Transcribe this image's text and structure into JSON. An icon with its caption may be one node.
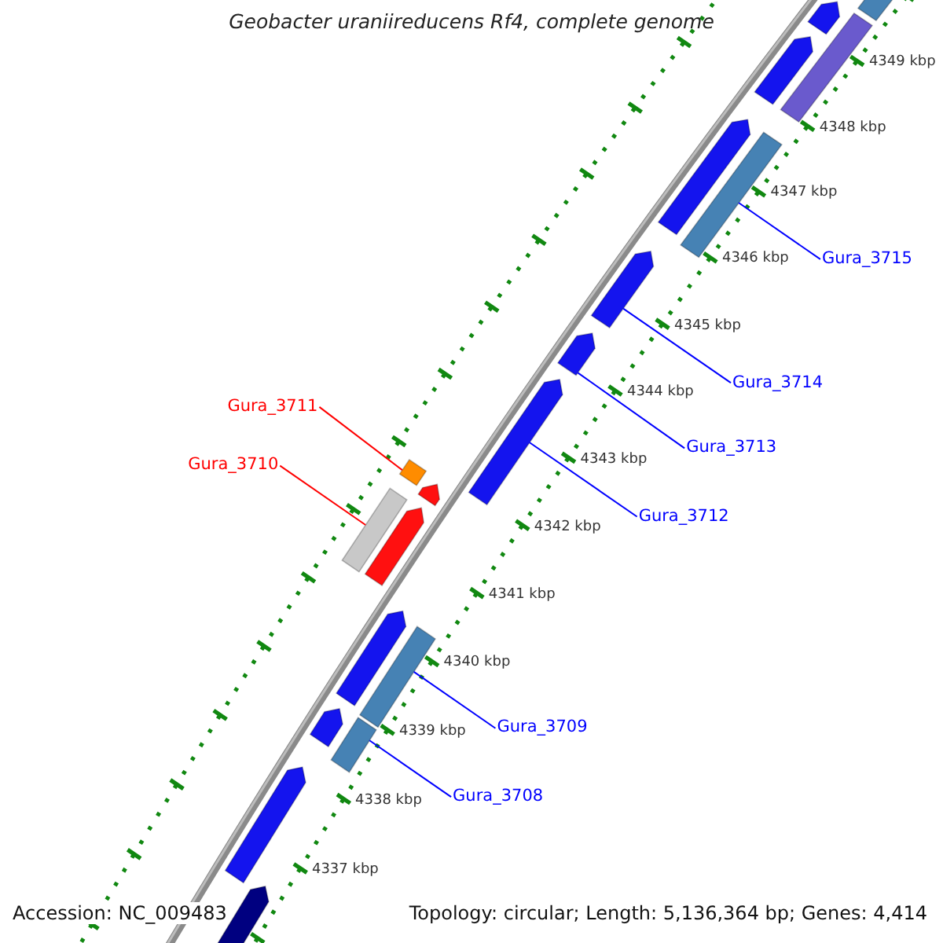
{
  "diagram": {
    "title": "Geobacter uraniireducens Rf4, complete genome",
    "nodes": [
      {
        "text": [
          "Gura_3715"
        ]
      },
      {
        "text": [
          "Gura_3714"
        ]
      },
      {
        "text": [
          "Gura_3711"
        ]
      },
      {
        "text": [
          "Gura_3713"
        ]
      },
      {
        "text": [
          "Gura_3710"
        ]
      },
      {
        "text": [
          "Gura_3712"
        ]
      },
      {
        "text": [
          "Gura_3709"
        ]
      },
      {
        "text": [
          "Gura_3708"
        ]
      },
      {
        "text": [],
        "shape": "bar"
      },
      {
        "text": [],
        "shape": "arrow"
      },
      {
        "text": [],
        "shape": "bar"
      },
      {
        "text": [],
        "shape": "arrow"
      },
      {
        "text": [],
        "shape": "arrow"
      },
      {
        "text": [],
        "shape": "bar"
      },
      {
        "text": [],
        "shape": "arrow"
      },
      {
        "text": [],
        "shape": "arrow"
      },
      {
        "text": [],
        "shape": "arrow"
      },
      {
        "text": [],
        "shape": "box"
      },
      {
        "text": [],
        "shape": "arrow"
      },
      {
        "text": [],
        "shape": "bar"
      },
      {
        "text": [],
        "shape": "arrow"
      },
      {
        "text": [],
        "shape": "arrow"
      },
      {
        "text": [],
        "shape": "bar"
      },
      {
        "text": [],
        "shape": "bar"
      },
      {
        "text": [],
        "shape": "arrow"
      },
      {
        "text": [],
        "shape": "arrow"
      },
      {
        "text": [],
        "shape": "arrow"
      }
    ],
    "edges": [
      {
        "from": 0,
        "to": 13,
        "arrow": "none"
      },
      {
        "from": 1,
        "to": 14,
        "arrow": "none"
      },
      {
        "from": 2,
        "to": 17,
        "arrow": "none",
        "color": "#ff0000"
      },
      {
        "from": 3,
        "to": 15,
        "arrow": "none"
      },
      {
        "from": 4,
        "to": 19,
        "arrow": "none",
        "color": "#ff0000"
      },
      {
        "from": 5,
        "to": 16,
        "arrow": "none"
      },
      {
        "from": 6,
        "to": 22,
        "arrow": "none"
      },
      {
        "from": 7,
        "to": 23,
        "arrow": "none"
      }
    ],
    "labels": [
      "4349 kbp",
      "4348 kbp",
      "4347 kbp",
      "4346 kbp",
      "4345 kbp",
      "4344 kbp",
      "4343 kbp",
      "4342 kbp",
      "4341 kbp",
      "4340 kbp",
      "4339 kbp",
      "4338 kbp",
      "4337 kbp",
      "Accession: NC_009483",
      "Topology: circular; Length: 5,136,364 bp; Genes: 4,414"
    ]
  }
}
